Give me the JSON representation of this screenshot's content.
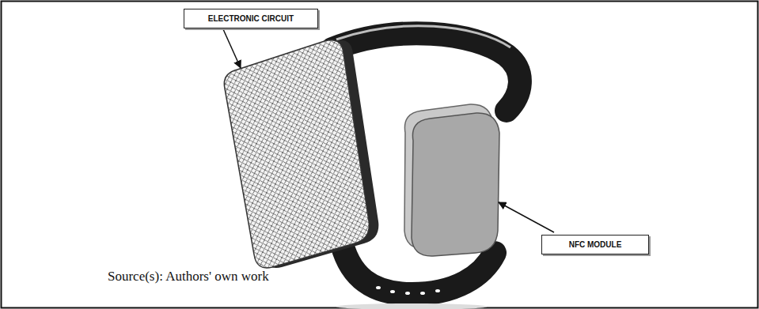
{
  "diagram": {
    "caption": "Source(s): Authors' own work",
    "nodes": [
      {
        "text": [
          "ELECTRONIC CIRCUIT"
        ]
      },
      {
        "text": [
          "NFC MODULE"
        ]
      }
    ]
  }
}
